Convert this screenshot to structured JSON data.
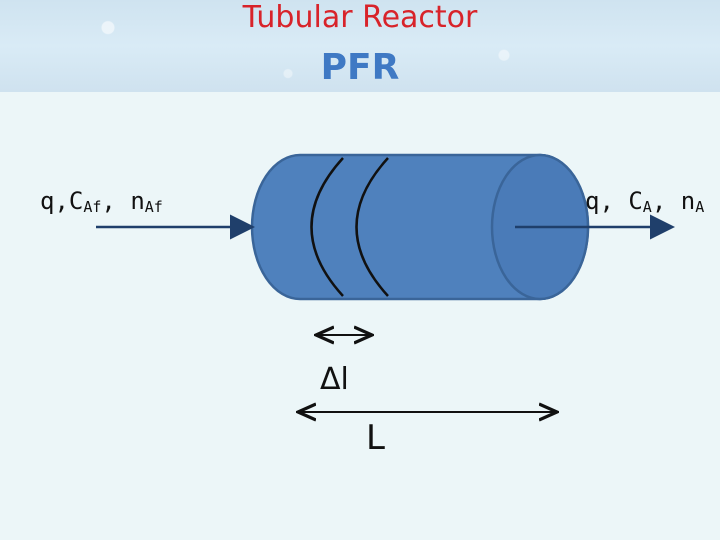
{
  "header": {
    "title": "Tubular Reactor",
    "subtitle": "PFR"
  },
  "inlet": {
    "flow": "q,C",
    "conc_sub": "Af",
    "sep": ", n",
    "moles_sub": "Af"
  },
  "outlet": {
    "flow": "q, C",
    "conc_sub": "A",
    "sep": ", n",
    "moles_sub": "A"
  },
  "dimensions": {
    "element_length": "Δl",
    "reactor_length": "L"
  },
  "colors": {
    "reactor_fill": "#4f81bd",
    "reactor_stroke": "#3a6599",
    "arrow": "#1f3f6b",
    "title": "#d8232a",
    "subtitle": "#3f79c4"
  }
}
